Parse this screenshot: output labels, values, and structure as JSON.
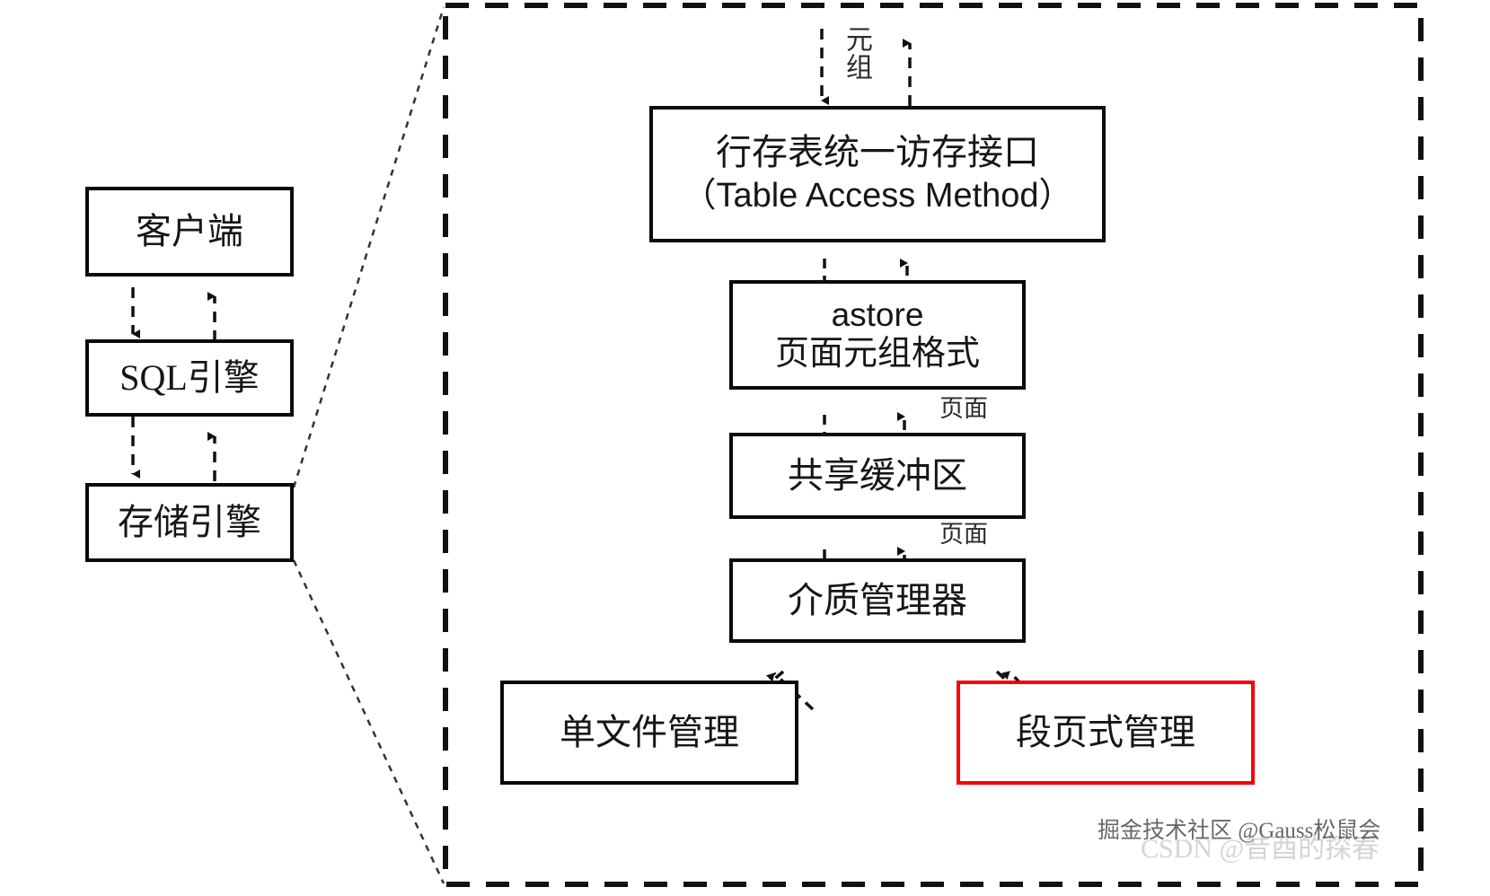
{
  "diagram": {
    "title_hidden": "",
    "colors": {
      "stroke": "#0a0a0a",
      "highlight": "#fb0007",
      "label": "#2b2b2b",
      "background": "#ffffff",
      "watermark_dark": "#5c5c5c",
      "watermark_light": "#d2d2d2"
    },
    "left_column": {
      "nodes": [
        {
          "id": "client",
          "label": "客户端"
        },
        {
          "id": "sql-engine",
          "label": "SQL引擎"
        },
        {
          "id": "storage-engine",
          "label": "存储引擎"
        }
      ]
    },
    "detail_panel": {
      "border_style": "dashed",
      "nodes": [
        {
          "id": "table-access-method",
          "line1": "行存表统一访存接口",
          "line2": "（Table Access Method）"
        },
        {
          "id": "astore",
          "line1": "astore",
          "line2": "页面元组格式"
        },
        {
          "id": "shared-buffer",
          "line1": "共享缓冲区",
          "line2": ""
        },
        {
          "id": "media-manager",
          "line1": "介质管理器",
          "line2": ""
        },
        {
          "id": "single-file-management",
          "line1": "单文件管理",
          "line2": ""
        },
        {
          "id": "segment-page-management",
          "line1": "段页式管理",
          "line2": ""
        }
      ],
      "edge_labels": [
        {
          "id": "tuple",
          "text": "元组",
          "orientation": "vertical"
        },
        {
          "id": "page-upper",
          "text": "页面",
          "orientation": "horizontal"
        },
        {
          "id": "page-lower",
          "text": "页面",
          "orientation": "horizontal"
        }
      ]
    },
    "watermarks": [
      {
        "id": "juejin",
        "text": "掘金技术社区 @Gauss松鼠会"
      },
      {
        "id": "csdn",
        "text": "CSDN @昔酉的探春"
      }
    ]
  }
}
